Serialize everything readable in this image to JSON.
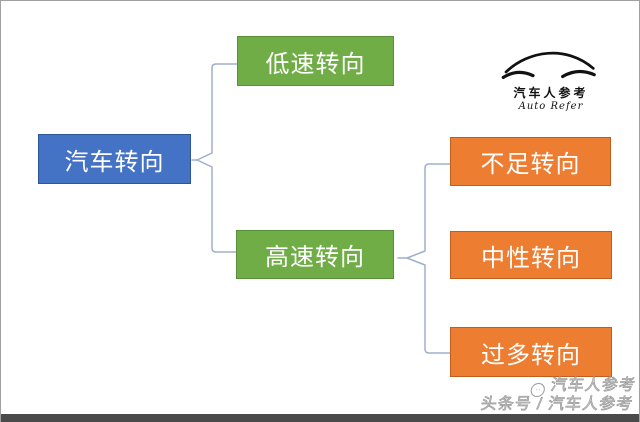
{
  "diagram": {
    "root": {
      "label": "汽车转向",
      "fill": "#4472C4",
      "border": "#2E5597"
    },
    "branches": [
      {
        "label": "低速转向",
        "fill": "#70AD47",
        "border": "#5A8F3A"
      },
      {
        "label": "高速转向",
        "fill": "#70AD47",
        "border": "#5A8F3A"
      }
    ],
    "high_speed_children": [
      {
        "label": "不足转向",
        "fill": "#ED7D31",
        "border": "#C05E20"
      },
      {
        "label": "中性转向",
        "fill": "#ED7D31",
        "border": "#C05E20"
      },
      {
        "label": "过多转向",
        "fill": "#ED7D31",
        "border": "#C05E20"
      }
    ],
    "connector_color": "#9EAFCE"
  },
  "brand_logo": {
    "name_cn": "汽车人参考",
    "name_en": "Auto Refer"
  },
  "watermark": {
    "line1": "汽车人参考",
    "line2": "头条号 / 汽车人参考",
    "badge": "··"
  },
  "frame": {
    "bottom_bar_color": "#4a4a4a",
    "text_color": "#ffffff"
  }
}
